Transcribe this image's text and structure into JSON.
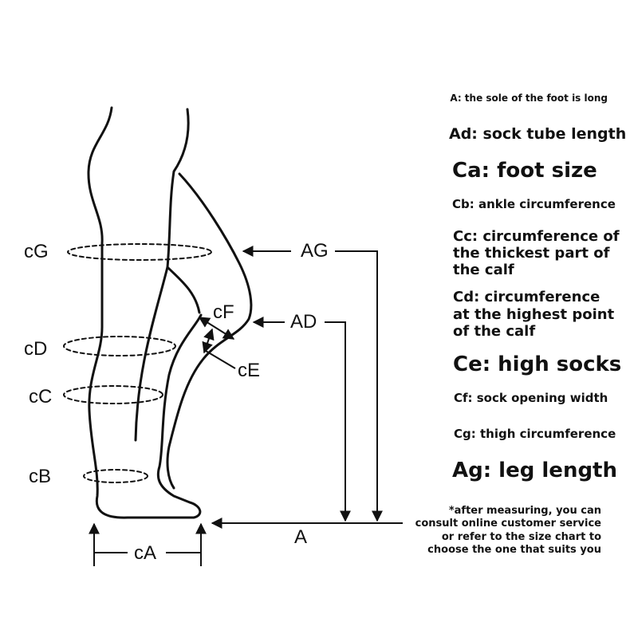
{
  "diagram": {
    "labels": {
      "cG": "cG",
      "cD": "cD",
      "cC": "cC",
      "cB": "cB",
      "cA": "cA",
      "A": "A",
      "AG": "AG",
      "AD": "AD",
      "cF": "cF",
      "cE": "cE"
    },
    "stroke_color": "#111111"
  },
  "legend": {
    "a": "A: the sole of the foot is long",
    "ad": "Ad: sock tube length",
    "ca": "Ca: foot size",
    "cb": "Cb: ankle circumference",
    "cc": [
      "Cc: circumference of",
      "the thickest part of",
      "the calf"
    ],
    "cd": [
      "Cd: circumference",
      "at the highest point",
      "of the calf"
    ],
    "ce": "Ce: high socks",
    "cf": "Cf: sock opening width",
    "cg": "Cg: thigh circumference",
    "ag": "Ag: leg length",
    "note": [
      "*after measuring, you can",
      "consult online customer service",
      "or refer to the size chart to",
      "choose the one that suits you"
    ]
  }
}
